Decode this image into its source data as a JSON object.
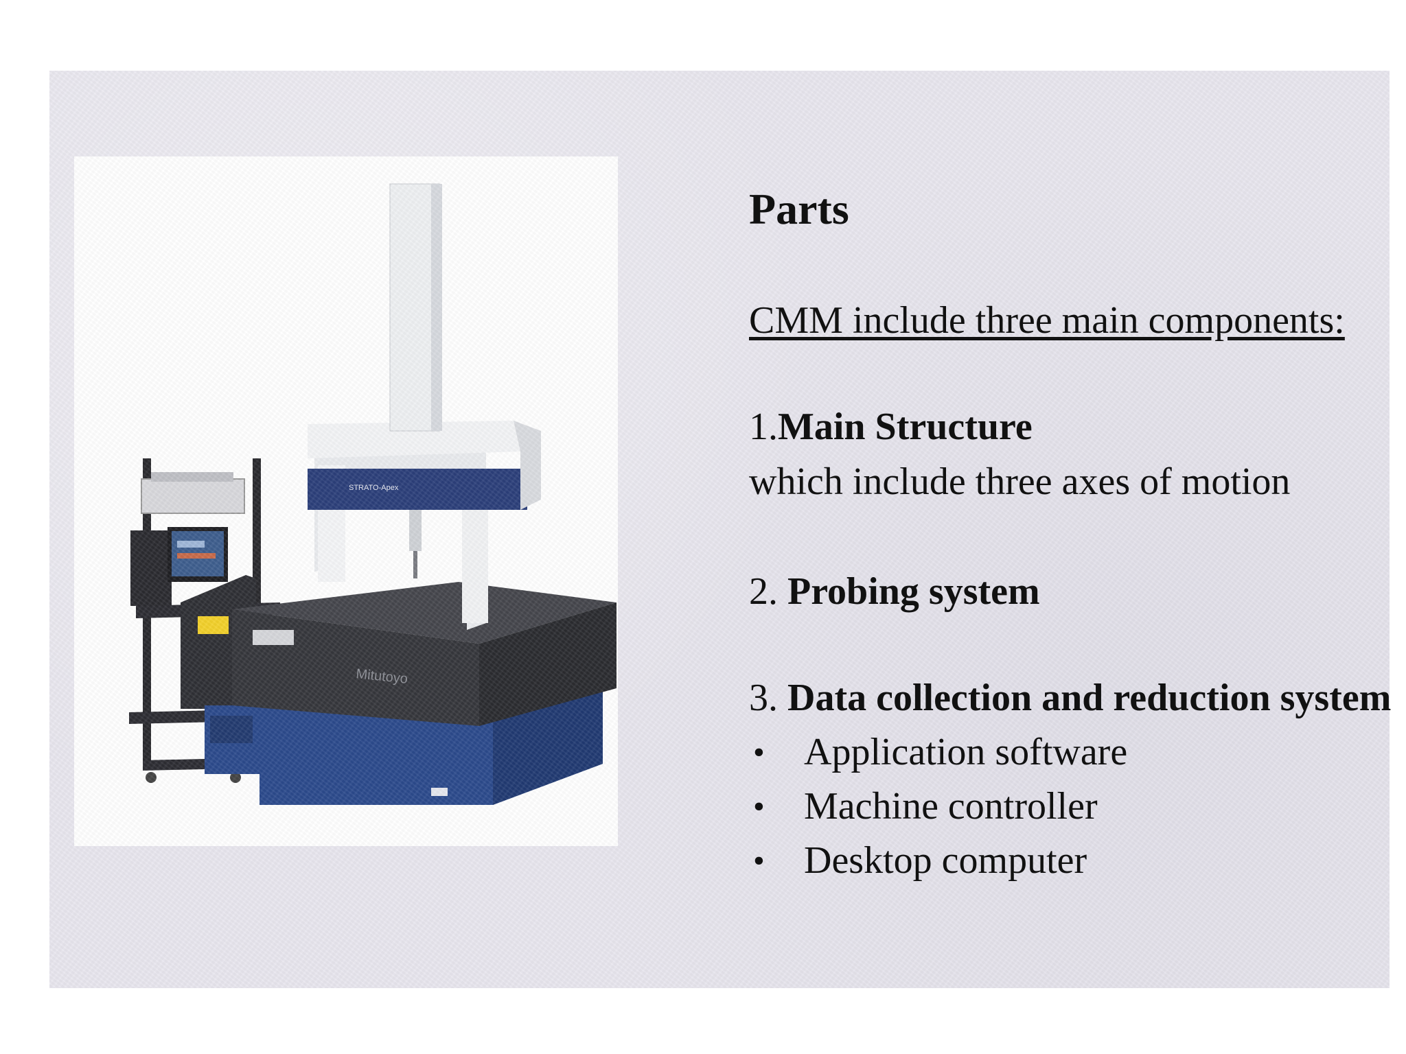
{
  "slide": {
    "title": "Parts",
    "intro": "CMM include three main components:",
    "items": [
      {
        "number": "1.",
        "heading": "Main Structure",
        "description": "which include three axes of motion"
      },
      {
        "number": "2. ",
        "heading": "Probing system"
      },
      {
        "number": "3. ",
        "heading": "Data collection and reduction system",
        "bullets": [
          "Application software",
          "Machine controller",
          "Desktop computer"
        ]
      }
    ],
    "bullet_symbol": "•"
  },
  "photo": {
    "model_label": "STRATO-Apex",
    "brand": "Mitutoyo",
    "colors": {
      "granite": "#3a3b40",
      "base_blue": "#2c4a8c",
      "frame_white": "#eef0f2",
      "badge_yellow": "#f2d02b"
    }
  }
}
